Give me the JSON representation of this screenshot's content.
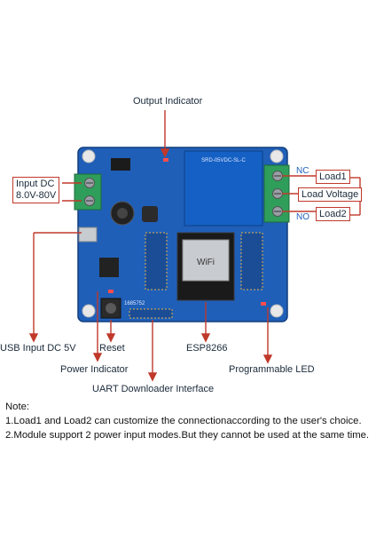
{
  "labels": {
    "output_indicator": "Output Indicator",
    "input_dc_line1": "Input DC",
    "input_dc_line2": "8.0V-80V",
    "nc": "NC",
    "no": "NO",
    "load1": "Load1",
    "load_voltage": "Load Voltage",
    "load2": "Load2",
    "usb_input": "USB Input DC 5V",
    "reset": "Reset",
    "esp8266": "ESP8266",
    "power_indicator": "Power Indicator",
    "programmable_led": "Programmable LED",
    "uart": "UART Downloader Interface"
  },
  "board": {
    "relay_text": "SRD-05VDC-SL-C",
    "chip_text": "WiFi",
    "board_id": "1685752"
  },
  "notes": {
    "title": "Note:",
    "line1": "1.Load1 and Load2 can customize the connectionaccording to the user's choice.",
    "line2": "2.Module support 2 power input modes.But they cannot be used at the same time."
  },
  "colors": {
    "board": "#1f5fb8",
    "arrow": "#c0392b",
    "terminal": "#2f9e5a",
    "relay": "#1560c4"
  }
}
